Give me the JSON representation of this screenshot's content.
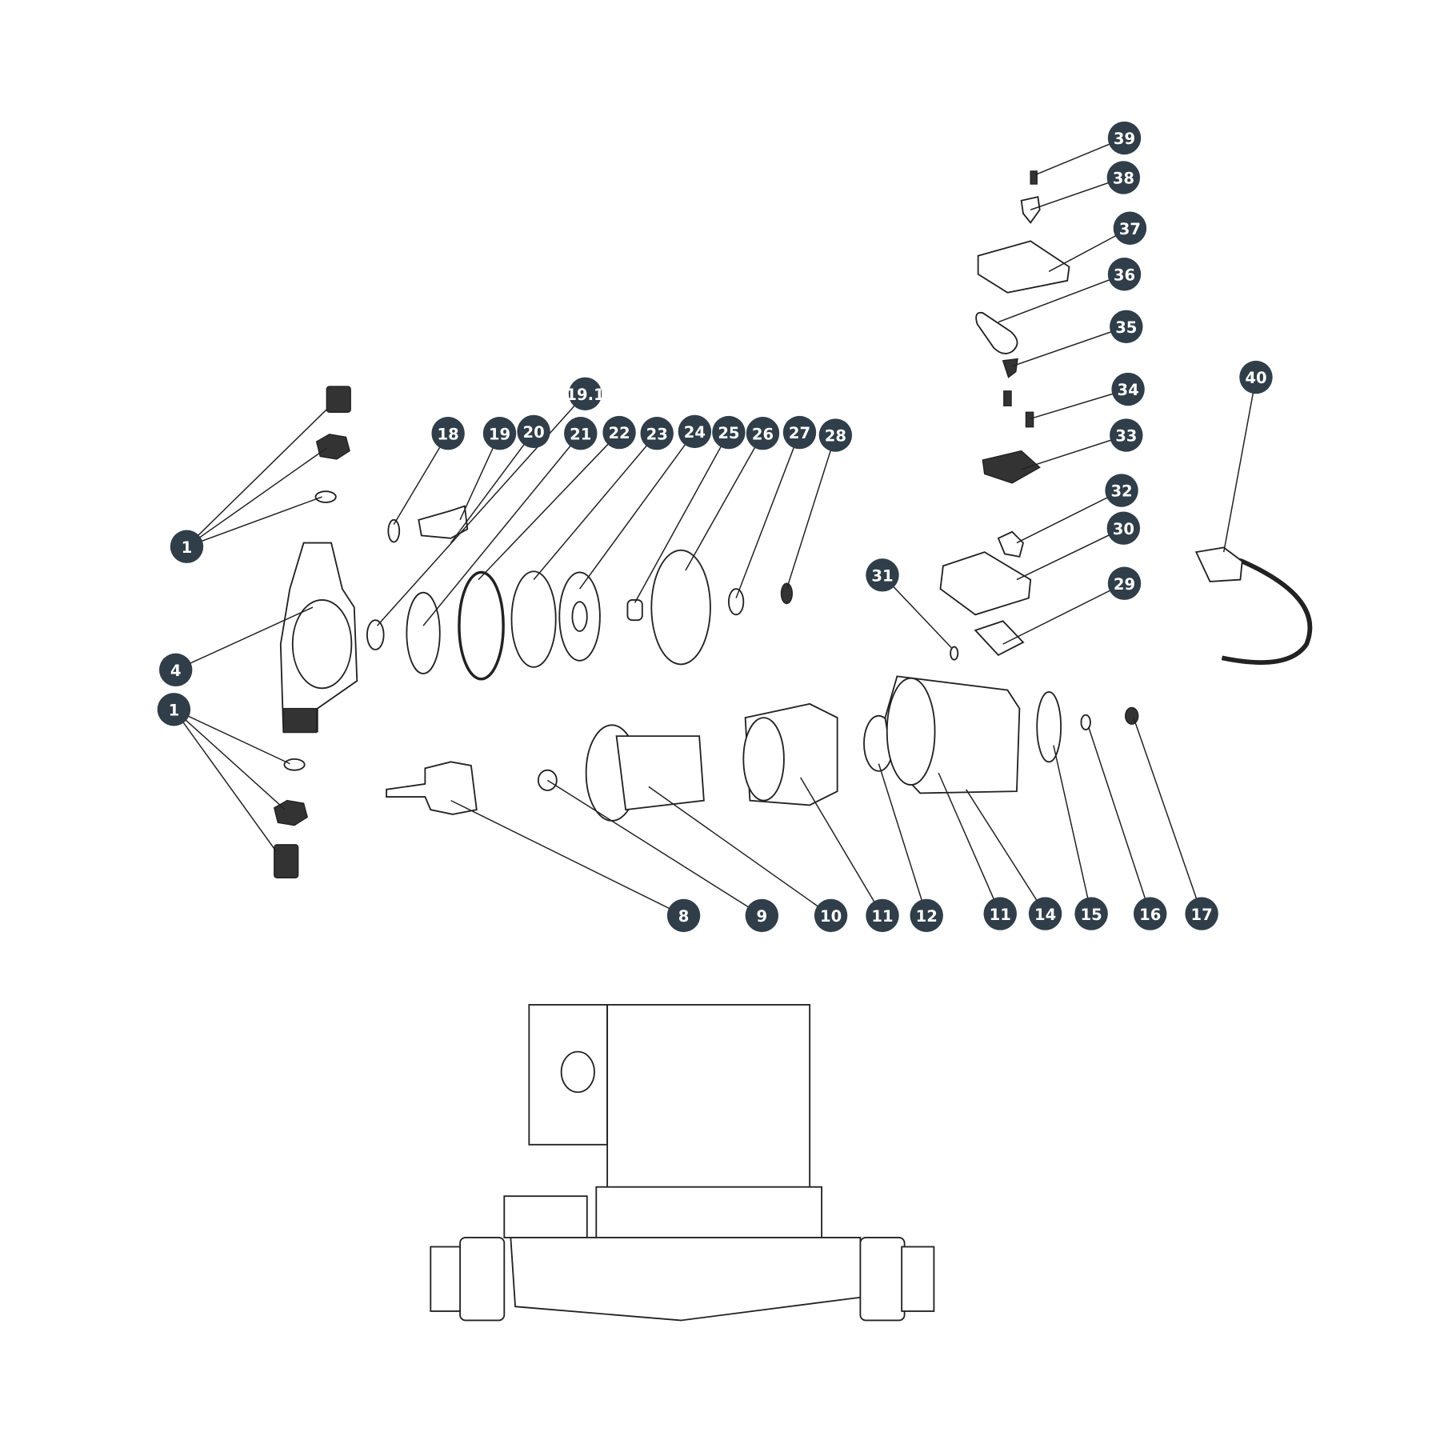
{
  "diagram": {
    "type": "exploded-parts-view",
    "badge_color": "#2f3e49",
    "callouts": [
      {
        "label": "39"
      },
      {
        "label": "38"
      },
      {
        "label": "37"
      },
      {
        "label": "36"
      },
      {
        "label": "35"
      },
      {
        "label": "34"
      },
      {
        "label": "33"
      },
      {
        "label": "32"
      },
      {
        "label": "30"
      },
      {
        "label": "29"
      },
      {
        "label": "31"
      },
      {
        "label": "40"
      },
      {
        "label": "1"
      },
      {
        "label": "1"
      },
      {
        "label": "4"
      },
      {
        "label": "18"
      },
      {
        "label": "19"
      },
      {
        "label": "20"
      },
      {
        "label": "19.1"
      },
      {
        "label": "21"
      },
      {
        "label": "22"
      },
      {
        "label": "23"
      },
      {
        "label": "24"
      },
      {
        "label": "25"
      },
      {
        "label": "26"
      },
      {
        "label": "27"
      },
      {
        "label": "28"
      },
      {
        "label": "8"
      },
      {
        "label": "9"
      },
      {
        "label": "10"
      },
      {
        "label": "11"
      },
      {
        "label": "12"
      },
      {
        "label": "11"
      },
      {
        "label": "14"
      },
      {
        "label": "15"
      },
      {
        "label": "16"
      },
      {
        "label": "17"
      }
    ]
  }
}
